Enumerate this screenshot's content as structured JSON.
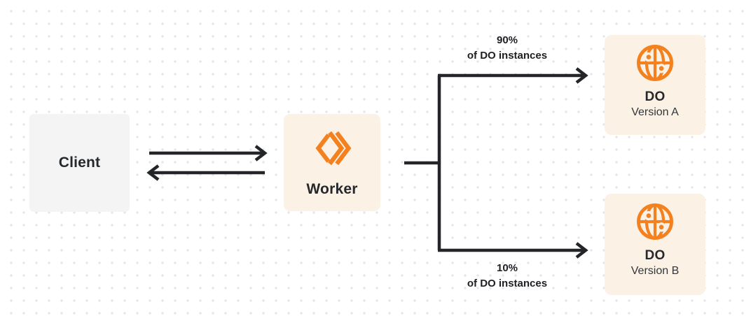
{
  "diagram": {
    "client": {
      "label": "Client"
    },
    "worker": {
      "label": "Worker"
    },
    "do_version_a": {
      "title": "DO",
      "subtitle": "Version A"
    },
    "do_version_b": {
      "title": "DO",
      "subtitle": "Version B"
    },
    "edge_top": {
      "percent": "90%",
      "caption": "of DO instances"
    },
    "edge_bottom": {
      "percent": "10%",
      "caption": "of DO instances"
    },
    "colors": {
      "accent_orange": "#f48120",
      "node_cream": "#fbf1e4",
      "node_gray": "#f4f4f5",
      "line_dark": "#232529",
      "grid_dot": "#e6e6e8"
    }
  }
}
